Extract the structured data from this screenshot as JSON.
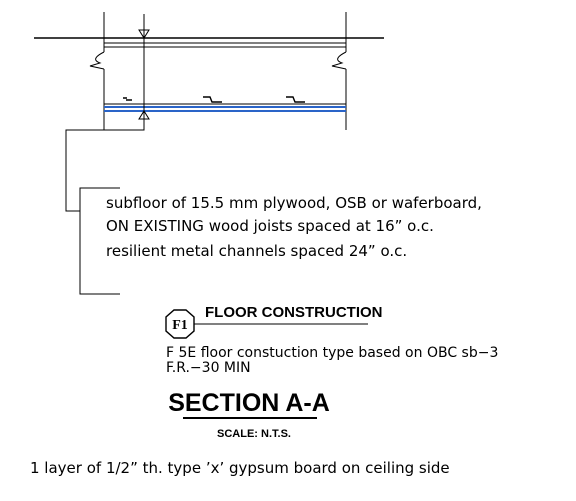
{
  "notes": {
    "line1": "subfloor of 15.5 mm plywood, OSB or waferboard,",
    "line2": "ON EXISTING  wood joists spaced at 16” o.c.",
    "line3": "resilient metal channels spaced 24” o.c."
  },
  "detail": {
    "tag": "F1",
    "title": "FLOOR CONSTRUCTION",
    "description_line1": "F 5E floor constuction type based on OBC sb−3",
    "description_line2": "F.R.−30 MIN"
  },
  "section": {
    "title": "SECTION A-A",
    "scale": "SCALE: N.T.S."
  },
  "footer_note": "1 layer of 1/2” th. type ’x’  gypsum board on ceiling side",
  "colors": {
    "line": "#000000",
    "ceiling_layer": "#2a64c8"
  }
}
